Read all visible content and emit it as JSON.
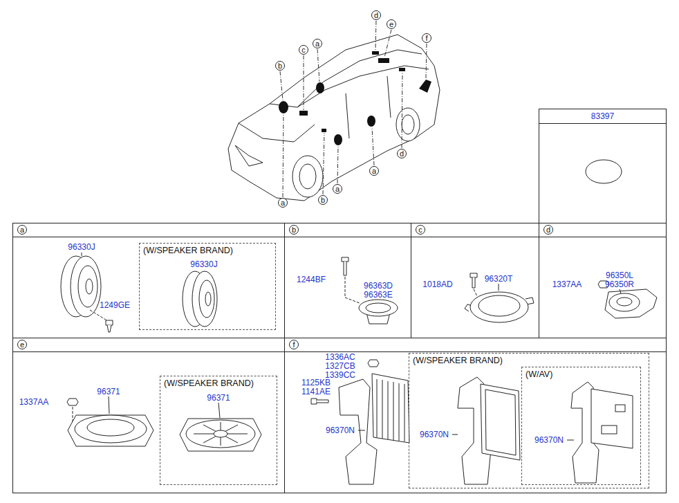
{
  "diagram": {
    "nodes": [
      {
        "text": [
          "83397"
        ]
      },
      {
        "text": [
          "a"
        ]
      },
      {
        "text": [
          "(W/SPEAKER BRAND)"
        ],
        "in": 1
      },
      {
        "text": [
          "b"
        ]
      },
      {
        "text": [
          "c"
        ]
      },
      {
        "text": [
          "d"
        ]
      },
      {
        "text": [
          "e"
        ]
      },
      {
        "text": [
          "(W/SPEAKER BRAND)"
        ],
        "in": 6
      },
      {
        "text": [
          "f"
        ]
      },
      {
        "text": [
          "(W/SPEAKER BRAND)"
        ],
        "in": 8
      },
      {
        "text": [
          "(W/AV)"
        ],
        "in": 9
      }
    ],
    "labels": [
      "d",
      "e",
      "c",
      "a",
      "b",
      "f",
      "a",
      "b",
      "a",
      "a",
      "d",
      "96330J",
      "1249GE",
      "96330J",
      "1244BF",
      "96363D",
      "96363E",
      "1018AD",
      "96320T",
      "96350L",
      "96350R",
      "1337AA",
      "1337AA",
      "96371",
      "96371",
      "1336AC",
      "1327CB",
      "1339CC",
      "1125KB",
      "1141AE",
      "96370N",
      "96370N",
      "96370N"
    ]
  }
}
